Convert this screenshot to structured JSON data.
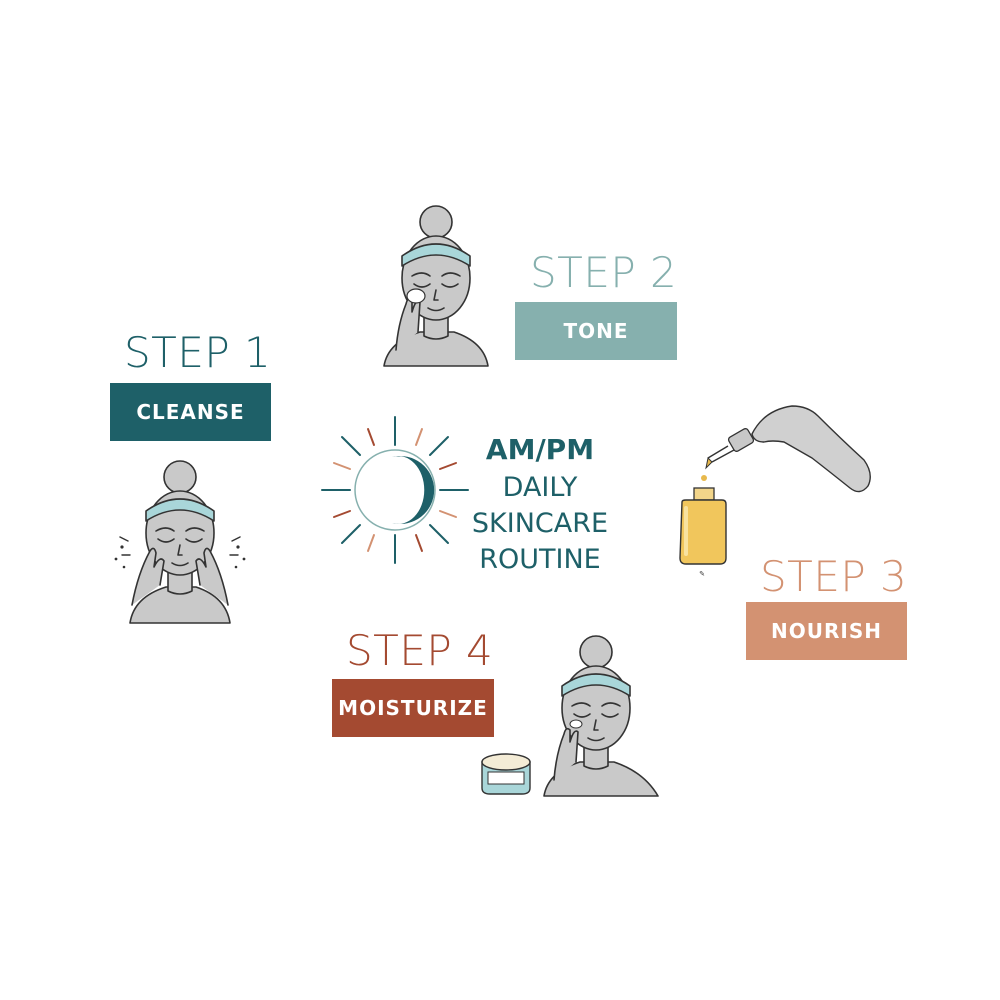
{
  "colors": {
    "step1": "#1e6068",
    "step2": "#86b0ae",
    "step3": "#d39272",
    "step4": "#a44a31",
    "skin": "#c9c9c9",
    "outline": "#333333",
    "headband": "#a9d6d9"
  },
  "center": {
    "line1": "AM/PM",
    "line2": "DAILY",
    "line3": "SKINCARE",
    "line4": "ROUTINE",
    "icon": "sun-moon-icon"
  },
  "steps": [
    {
      "title": "STEP 1",
      "label": "CLEANSE",
      "icon": "face-splash-icon"
    },
    {
      "title": "STEP 2",
      "label": "TONE",
      "icon": "face-cotton-pad-icon"
    },
    {
      "title": "STEP 3",
      "label": "NOURISH",
      "icon": "serum-dropper-icon"
    },
    {
      "title": "STEP 4",
      "label": "MOISTURIZE",
      "icon": "face-cream-icon"
    }
  ]
}
